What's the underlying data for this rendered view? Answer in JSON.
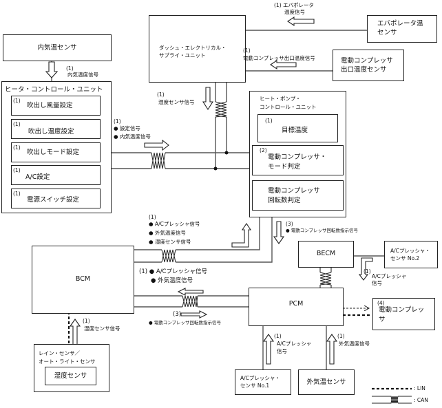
{
  "components": {
    "cabin_temp_sensor": "内気温センサ",
    "heater_control_unit": "ヒータ・コントロール・ユニット",
    "hcu_items": [
      {
        "num": "(1)",
        "label": "吹出し風量設定"
      },
      {
        "num": "(1)",
        "label": "吹出し温度設定"
      },
      {
        "num": "(1)",
        "label": "吹出しモード設定"
      },
      {
        "num": "(1)",
        "label": "A/C設定"
      },
      {
        "num": "(1)",
        "label": "電源スイッチ設定"
      }
    ],
    "dash_unit": [
      "ダッシュ・エレクトリカル・",
      "サプライ・ユニット"
    ],
    "evap_sensor": [
      "エバポレータ温",
      "センサ"
    ],
    "ecomp_outlet_sensor": [
      "電動コンプレッサ",
      "出口温度センサ"
    ],
    "heat_pump_unit": [
      "ヒート・ポンプ・",
      "コントロール・ユニット"
    ],
    "hp_items": [
      {
        "num": "(1)",
        "lines": [
          "目標温度"
        ]
      },
      {
        "num": "(2)",
        "lines": [
          "電動コンプレッサ・",
          "モード判定"
        ]
      },
      {
        "num": "",
        "lines": [
          "電動コンプレッサ",
          "回転数判定"
        ]
      }
    ],
    "bcm": "BCM",
    "becm": "BECM",
    "pcm": "PCM",
    "ac_sensor_2": [
      "A/Cプレッシャ・",
      "センサ No.2"
    ],
    "ac_sensor_1": [
      "A/Cプレッシャ・",
      "センサ No.1"
    ],
    "ambient_sensor": "外気温センサ",
    "ecompressor": {
      "num": "(4)",
      "lines": [
        "電動コンプレッ",
        "サ"
      ]
    },
    "rain_sensor": [
      "レイン・センサ／",
      "オート・ライト・センサ"
    ],
    "humidity_sensor": "湿度センサ"
  },
  "signals": {
    "cabin_temp": {
      "num": "(1)",
      "label": "内気温度信号"
    },
    "evap_temp": {
      "num": "(1)",
      "lines": [
        "エバポレータ",
        "温度信号"
      ]
    },
    "ecomp_outlet_temp": {
      "num": "(1)",
      "label": "電動コンプレッサ出口温度信号"
    },
    "humidity_dash": {
      "num": "(1)",
      "label": "湿度センサ信号"
    },
    "hcu_out": {
      "num": "(1)",
      "bullets": [
        "設定信号",
        "内気温度信号"
      ]
    },
    "bcm_to_hp": {
      "num": "(1)",
      "bullets": [
        "A/Cプレッシャ信号",
        "外気温度信号",
        "湿度センサ信号"
      ]
    },
    "hp_to_pcm": {
      "num": "(3)",
      "bullets": [
        "電動コンプレッサ回転数指示信号"
      ]
    },
    "pcm_to_bcm": {
      "num": "(1)",
      "bullets": [
        "A/Cプレッシャ信号",
        "外気温度信号"
      ]
    },
    "bcm_to_pcm": {
      "num": "(3)",
      "bullets": [
        "電動コンプレッサ回転数指示信号"
      ]
    },
    "becm_ac": {
      "num": "(1)",
      "lines": [
        "A/Cプレッシャ",
        "信号"
      ]
    },
    "rain_humidity": {
      "num": "(1)",
      "label": "湿度センサ信号"
    },
    "ac1": {
      "num": "(1)",
      "lines": [
        "A/Cプレッシャ",
        "信号"
      ]
    },
    "ambient": {
      "num": "(1)",
      "label": "外気温度信号"
    }
  },
  "legend": [
    {
      "type": "LIN",
      "label": ": LIN"
    },
    {
      "type": "CAN",
      "label": ": CAN"
    }
  ]
}
